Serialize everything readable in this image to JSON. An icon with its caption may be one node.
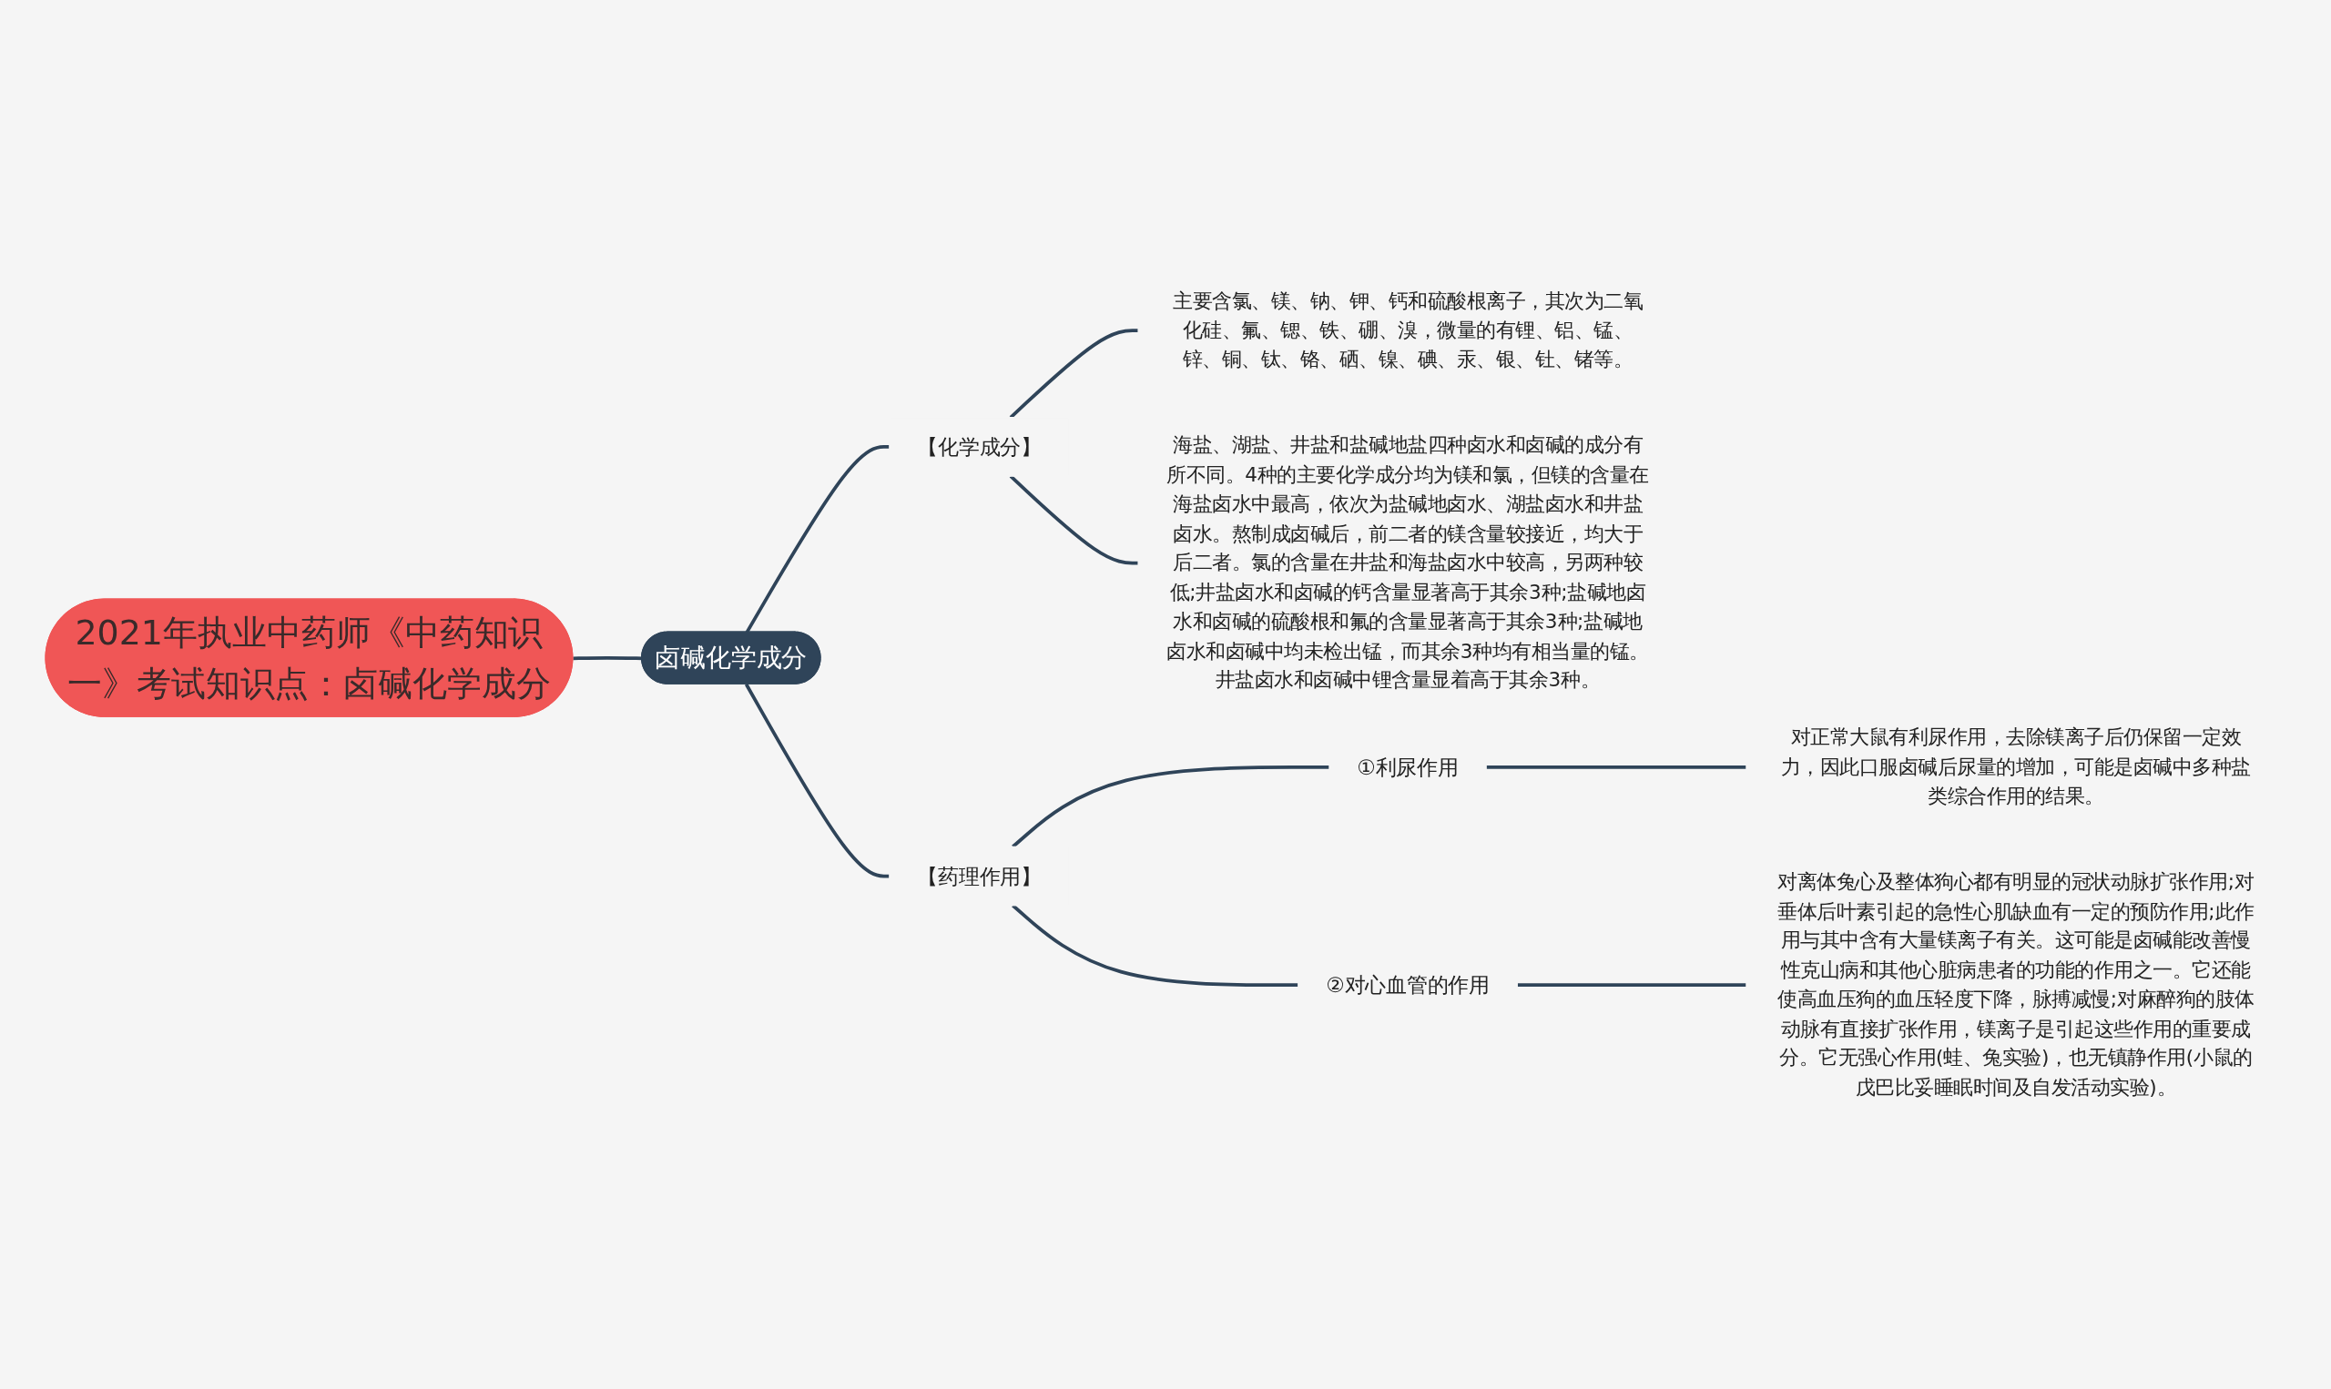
{
  "diagram": {
    "nodes": [
      {
        "text": [
          "2021年执业中药师《中药知识一》考试知识点：卤碱化学成分"
        ]
      },
      {
        "text": [
          "卤碱化学成分"
        ]
      },
      {
        "text": [
          "【化学成分】"
        ]
      },
      {
        "text": [
          "主要含氯、镁、钠、钾、钙和硫酸根离子，其次为二氧化硅、氟、锶、铁、硼、溴，微量的有锂、铝、锰、锌、铜、钛、铬、硒、镍、碘、汞、银、钍、锗等。"
        ]
      },
      {
        "text": [
          "海盐、湖盐、井盐和盐碱地盐四种卤水和卤碱的成分有所不同。4种的主要化学成分均为镁和氯，但镁的含量在海盐卤水中最高，依次为盐碱地卤水、湖盐卤水和井盐卤水。熬制成卤碱后，前二者的镁含量较接近，均大于后二者。氯的含量在井盐和海盐卤水中较高，另两种较低;井盐卤水和卤碱的钙含量显著高于其余3种;盐碱地卤水和卤碱的硫酸根和氟的含量显著高于其余3种;盐碱地卤水和卤碱中均未检出锰，而其余3种均有相当量的锰。井盐卤水和卤碱中锂含量显着高于其余3种。"
        ]
      },
      {
        "text": [
          "【药理作用】"
        ]
      },
      {
        "text": [
          "①利尿作用"
        ]
      },
      {
        "text": [
          "对正常大鼠有利尿作用，去除镁离子后仍保留一定效力，因此口服卤碱后尿量的增加，可能是卤碱中多种盐类综合作用的结果。"
        ]
      },
      {
        "text": [
          "②对心血管的作用"
        ]
      },
      {
        "text": [
          "对离体兔心及整体狗心都有明显的冠状动脉扩张作用;对垂体后叶素引起的急性心肌缺血有一定的预防作用;此作用与其中含有大量镁离子有关。这可能是卤碱能改善慢性克山病和其他心脏病患者的功能的作用之一。它还能使高血压狗的血压轻度下降，脉搏减慢;对麻醉狗的肢体动脉有直接扩张作用，镁离子是引起这些作用的重要成分。它无强心作用(蛙、兔实验)，也无镇静作用(小鼠的戊巴比妥睡眠时间及自发活动实验)。"
        ]
      }
    ],
    "edges": [
      {
        "from": 0,
        "to": 1,
        "arrow": "none"
      },
      {
        "from": 1,
        "to": 2,
        "arrow": "none"
      },
      {
        "from": 1,
        "to": 5,
        "arrow": "none"
      },
      {
        "from": 2,
        "to": 3,
        "arrow": "none"
      },
      {
        "from": 2,
        "to": 4,
        "arrow": "none"
      },
      {
        "from": 5,
        "to": 6,
        "arrow": "none"
      },
      {
        "from": 5,
        "to": 8,
        "arrow": "none"
      },
      {
        "from": 6,
        "to": 7,
        "arrow": "none"
      },
      {
        "from": 8,
        "to": 9,
        "arrow": "none"
      }
    ]
  }
}
